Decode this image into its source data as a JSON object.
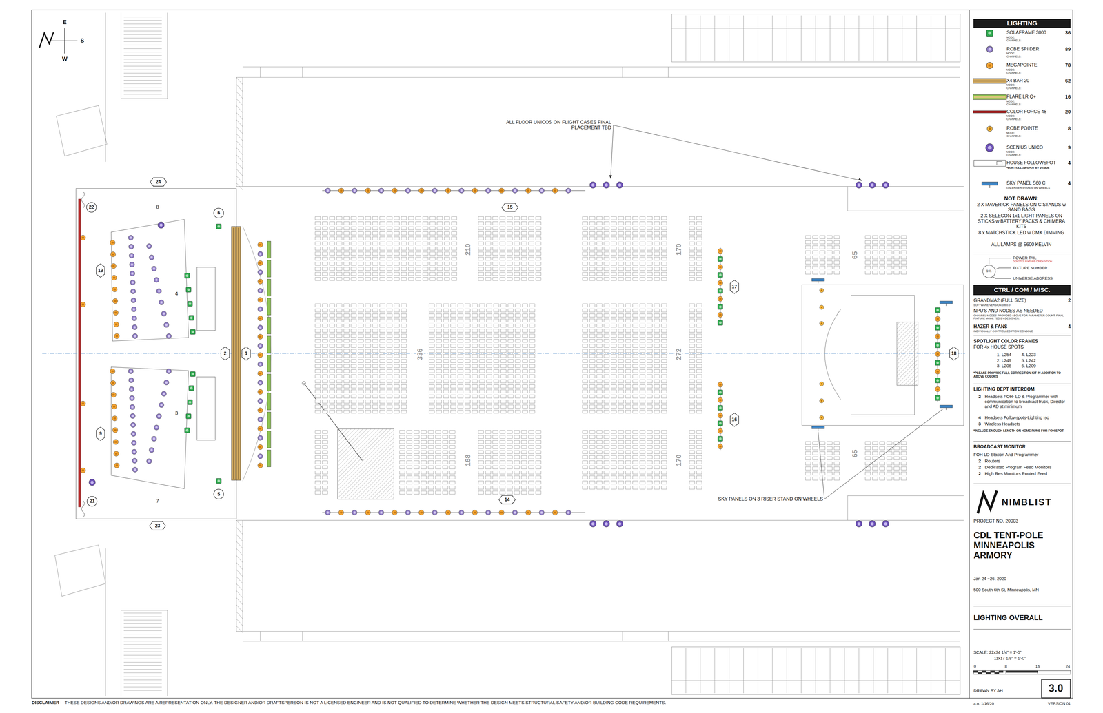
{
  "diagram": {
    "title": "CDL TENT-POLE MINNEAPOLIS ARMORY",
    "nodes": [
      {
        "text": [
          "LIGHTING"
        ]
      },
      {
        "text": [
          "CTRL / COM / MISC."
        ]
      },
      {
        "text": [
          "3.0"
        ]
      },
      {
        "text": [
          "24"
        ]
      },
      {
        "text": [
          "22"
        ]
      },
      {
        "text": [
          "6"
        ]
      },
      {
        "text": [
          "19"
        ]
      },
      {
        "text": [
          "2"
        ]
      },
      {
        "text": [
          "1"
        ]
      },
      {
        "text": [
          "9"
        ]
      },
      {
        "text": [
          "5"
        ]
      },
      {
        "text": [
          "21"
        ]
      },
      {
        "text": [
          "23"
        ]
      },
      {
        "text": [
          "15"
        ]
      },
      {
        "text": [
          "14"
        ]
      },
      {
        "text": [
          "17"
        ]
      },
      {
        "text": [
          "16"
        ]
      },
      {
        "text": [
          "18"
        ]
      }
    ],
    "labels": [
      "36",
      "MODE:",
      "CHANNELS:",
      "89",
      "MODE:",
      "CHANNELS:",
      "78",
      "MODE:",
      "CHANNELS:",
      "62",
      "MODE:",
      "CHANNELS:",
      "16",
      "MODE:",
      "CHANNELS:",
      "20",
      "MODE:",
      "CHANNELS:",
      "8",
      "MODE:",
      "CHANNELS:",
      "9",
      "MODE:",
      "CHANNELS:",
      "4",
      "*FOH FOLLOWSPOT BY VENUE",
      "4",
      "ON 3 RISER STANDS ON WHEELS",
      "NOT DRAWN:",
      "2 X MAVERICK PANELS ON C STANDS w SAND BAGS",
      "2 X SELECON 1x1 LIGHT PANELS ON STICKS w BATTERY PACKS & CHIMERA KITS",
      "8 x MATCHSTICK LED w DMX DIMMING",
      "ALL LAMPS @ 5600 KELVIN",
      "POWER TAIL",
      "DENOTES FIXTURE ORIENTATION",
      "FIXTURE NUMBER",
      "UNIVERSE.ADDRESS",
      "101",
      "GRANDMA2 (FULL SIZE)",
      "2",
      "SOFTWARE VERSION 3.8.0.0",
      "NPU'S AND NODES AS NEEDED",
      "CHANNEL MODES PROVIDED ABOVE FOR PARAMETER COUNT. FINAL FIXTURE MODE TBD BY DESIGNER.",
      "HAZER & FANS",
      "4",
      "INDIVIDUALLY CONTROLLED FROM CONSOLE",
      "SPOTLIGHT COLOR FRAMES",
      "FOR 4x HOUSE SPOTS",
      "1. L254",
      "2. L249",
      "3. L206",
      "4. L223",
      "5. L242",
      "6. L209",
      "*PLEASE PROVIDE FULL CORRECTION KIT IN ADDITION TO ABOVE COLORS",
      "LIGHTING DEPT INTERCOM",
      "2",
      "Headsets FOH- LD & Programmer with communication to broadcast truck, Director and AD at minimum",
      "4",
      "Headsets Followspots-Lighting Iso",
      "3",
      "Wireless Headsets",
      "*INCLUDE ENOUGH LENGTH ON HOME RUNS FOR FOH SPOT",
      "BROADCAST MONITOR",
      "FOH LD Station And Programmer",
      "2",
      "Routers",
      "2",
      "Dedicated Program Feed Monitors",
      "2",
      "High Res Monitors Routed Feed",
      "NIMBLIST",
      "PROJECT NO. 20003",
      "Jan 24 ~26, 2020",
      "500 South 6th St, Minneapolis, MN",
      "LIGHTING OVERALL",
      "SCALE: 22x34 1/4\" = 1'-0\"",
      "11x17 1/8\" = 1'-0\"",
      "0",
      "8",
      "16",
      "24",
      "DRAWN BY AH",
      "a.o. 1/16/20",
      "VERSION 01",
      "E",
      "S",
      "W",
      "ALL FLOOR UNICOS ON FLIGHT CASES FINAL PLACEMENT TBD",
      "SKY PANELS ON 3 RISER STAND ON WHEELS",
      "210",
      "170",
      "336",
      "272",
      "168",
      "170",
      "65",
      "65",
      "8",
      "4",
      "3",
      "7",
      "DISCLAIMER",
      "THESE DESIGNS AND/OR DRAWINGS ARE A REPRESENTATION ONLY. THE DESIGNER AND/OR DRAFTSPERSON IS NOT A LICENSED ENGINEER AND IS NOT QUALIFIED TO DETERMINE WHETHER THE DESIGN MEETS STRUCTURAL SAFETY AND/OR BUILDING CODE REQUIREMENTS."
    ],
    "legend": [
      {
        "text": "SOLAFRAME 3000"
      },
      {
        "text": "ROBE SPIIDER"
      },
      {
        "text": "MEGAPOINTE"
      },
      {
        "text": "X4 BAR 20"
      },
      {
        "text": "FLARE LR Q+"
      },
      {
        "text": "COLOR FORCE 48"
      },
      {
        "text": "ROBE POINTE"
      },
      {
        "text": "SCENIUS UNICO"
      },
      {
        "text": "HOUSE FOLLOWSPOT"
      },
      {
        "text": "SKY PANEL S60 C"
      }
    ]
  }
}
